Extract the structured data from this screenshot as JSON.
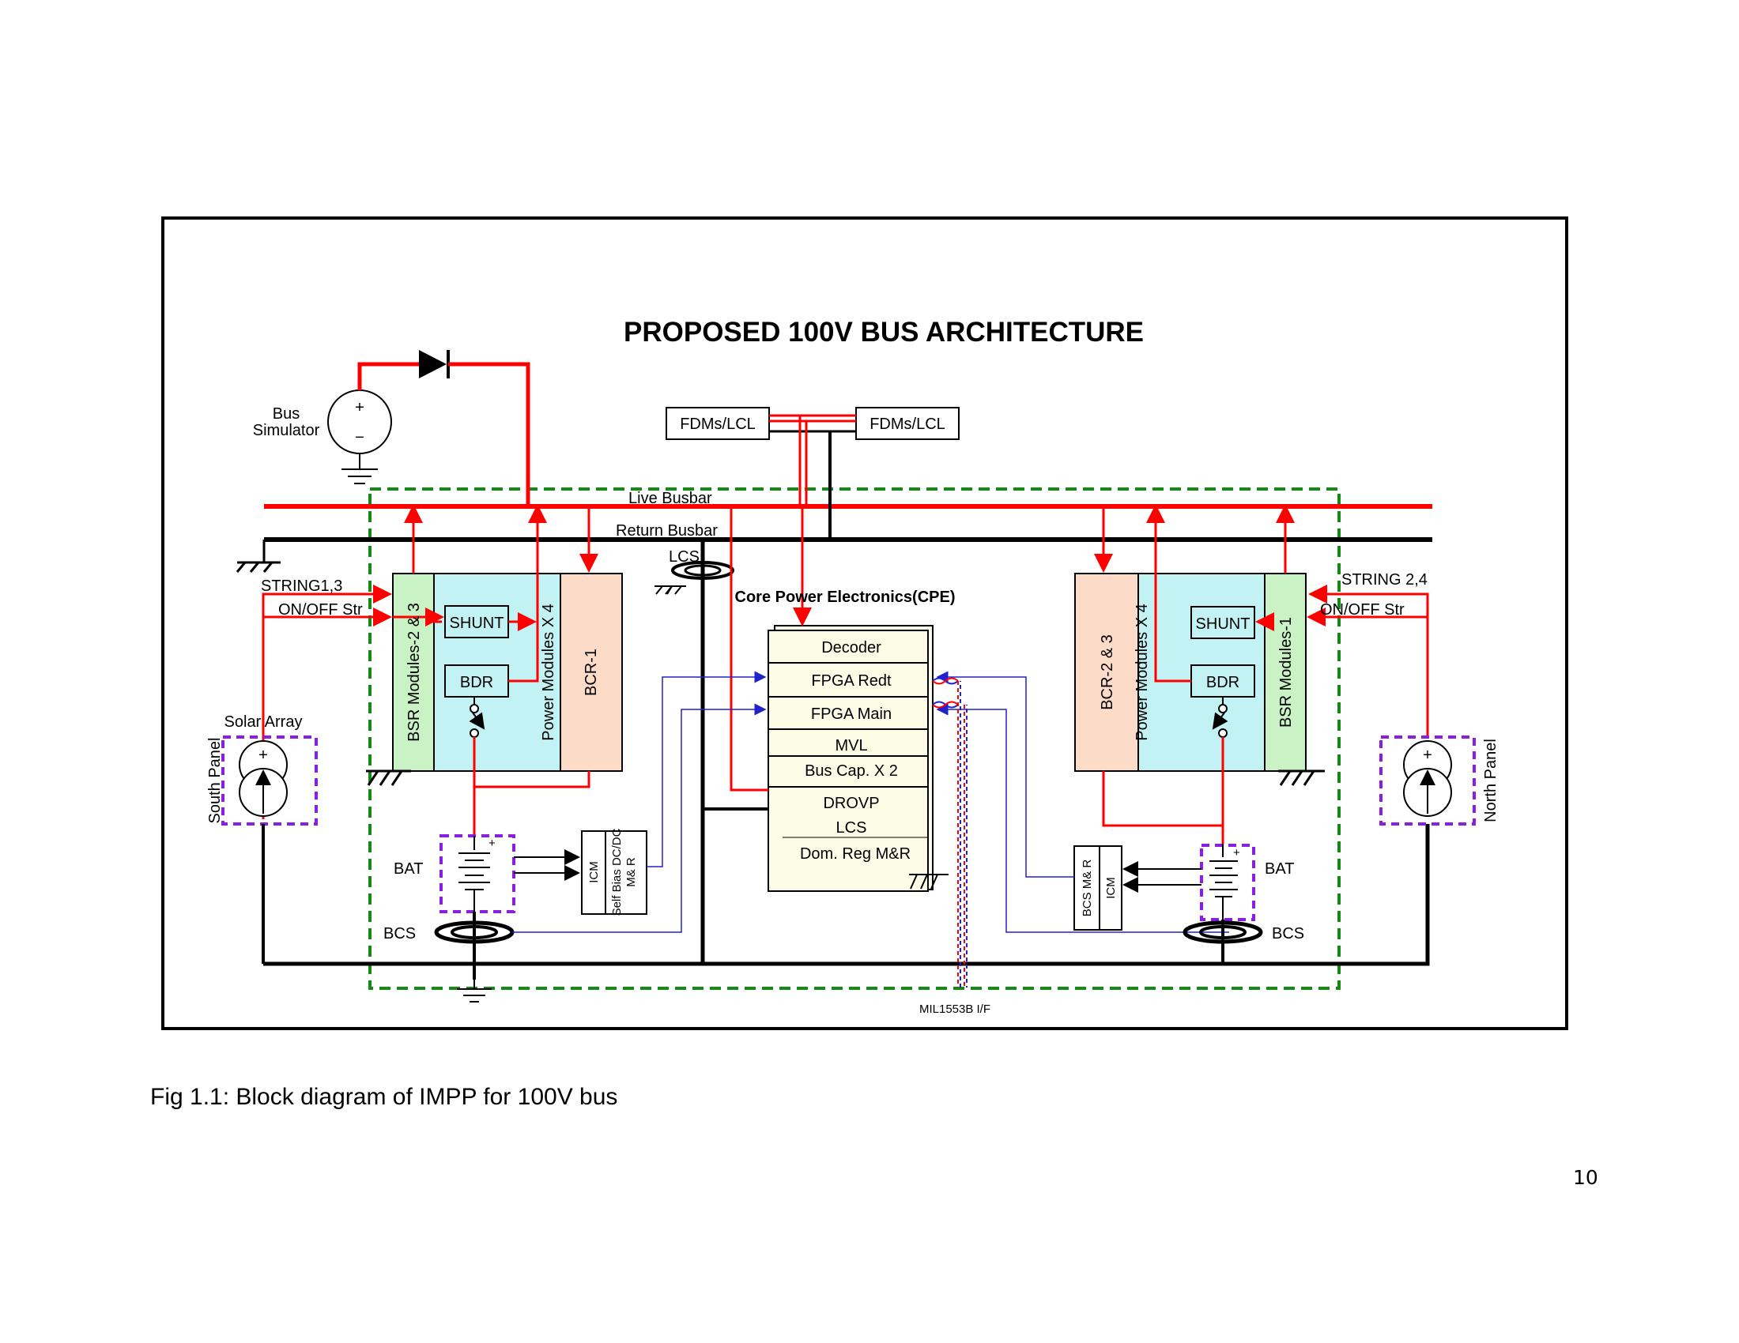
{
  "diagram": {
    "title": "PROPOSED 100V BUS ARCHITECTURE",
    "labels": {
      "bus_simulator_1": "Bus",
      "bus_simulator_2": "Simulator",
      "fdms_left": "FDMs/LCL",
      "fdms_right": "FDMs/LCL",
      "live_busbar": "Live Busbar",
      "return_busbar": "Return Busbar",
      "lcs_top": "LCS",
      "string_left": "STRING1,3",
      "string_right": "STRING 2,4",
      "onoff_left": "ON/OFF Str",
      "onoff_right": "ON/OFF Str",
      "shunt_left": "SHUNT",
      "shunt_right": "SHUNT",
      "bdr_left": "BDR",
      "bdr_right": "BDR",
      "bsr_left": "BSR Modules-2 & 3",
      "bsr_right": "BSR Modules-1",
      "pm_left": "Power Modules X 4",
      "pm_right": "Power Modules X 4",
      "bcr_left": "BCR-1",
      "bcr_right": "BCR-2 & 3",
      "solar_array": "Solar Array",
      "south_panel": "South Panel",
      "north_panel": "North Panel",
      "cpe_title": "Core Power Electronics(CPE)",
      "cpe_rows": [
        "Decoder",
        "FPGA Redt",
        "FPGA Main",
        "MVL",
        "Bus Cap. X 2",
        "DROVP",
        "LCS",
        "Dom. Reg M&R"
      ],
      "bat_left": "BAT",
      "bat_right": "BAT",
      "bcs_left": "BCS",
      "bcs_right": "BCS",
      "icm_left": "ICM",
      "selfbias_1": "Self Bias DC/DC",
      "selfbias_2": "M& R",
      "icm_right": "ICM",
      "bcs_mr": "BCS M& R",
      "mil": "MIL1553B I/F",
      "plus": "+",
      "minus": "−"
    },
    "colors": {
      "live": "#ff0000",
      "return": "#000000",
      "signal": "#2222cc",
      "core_box": "#138a13",
      "dashed_purple": "#8b1fe0",
      "bsr": "#c9f3c5",
      "pm": "#c3f2f4",
      "bcr": "#fcdcc8",
      "cpe": "#fbfbe6"
    }
  },
  "caption": "Fig 1.1: Block diagram of IMPP for 100V bus",
  "page_number": "10"
}
